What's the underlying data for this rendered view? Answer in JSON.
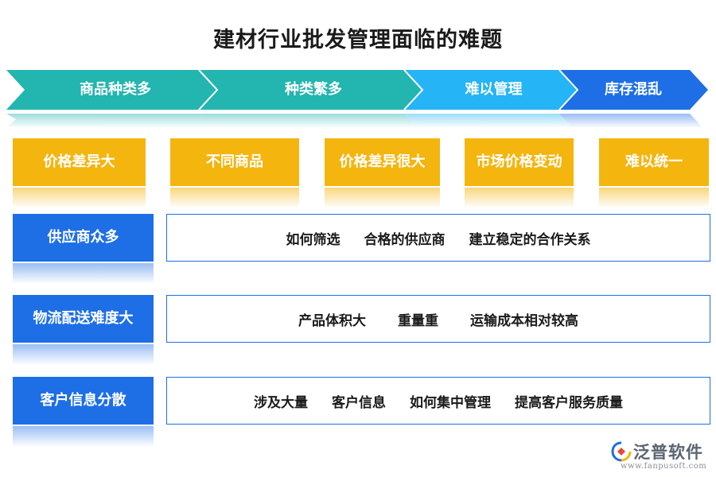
{
  "title": "建材行业批发管理面临的难题",
  "banner": {
    "segments": [
      {
        "label": "商品种类多",
        "color": "#23b5b0"
      },
      {
        "label": "种类繁多",
        "color": "#23b5b0"
      },
      {
        "label": "难以管理",
        "color": "#25b4f5"
      },
      {
        "label": "库存混乱",
        "color": "#1e6fe6"
      }
    ]
  },
  "cards": [
    {
      "label": "价格差异大"
    },
    {
      "label": "不同商品"
    },
    {
      "label": "价格差异很大"
    },
    {
      "label": "市场价格变动"
    },
    {
      "label": "难以统一"
    }
  ],
  "rows": [
    {
      "label": "供应商众多",
      "items": [
        "如何筛选",
        "合格的供应商",
        "建立稳定的合作关系"
      ]
    },
    {
      "label": "物流配送难度大",
      "items": [
        "产品体积大",
        "重量重",
        "运输成本相对较高"
      ]
    },
    {
      "label": "客户信息分散",
      "items": [
        "涉及大量",
        "客户信息",
        "如何集中管理",
        "提高客户服务质量"
      ]
    }
  ],
  "colors": {
    "teal": "#23b5b0",
    "cyan": "#25b4f5",
    "blue": "#1e6fe6",
    "yellow": "#f4b50f"
  },
  "logo": {
    "name": "泛普软件",
    "url": "www.fanpusoft.com",
    "icon": "fanpu-logo-icon"
  }
}
